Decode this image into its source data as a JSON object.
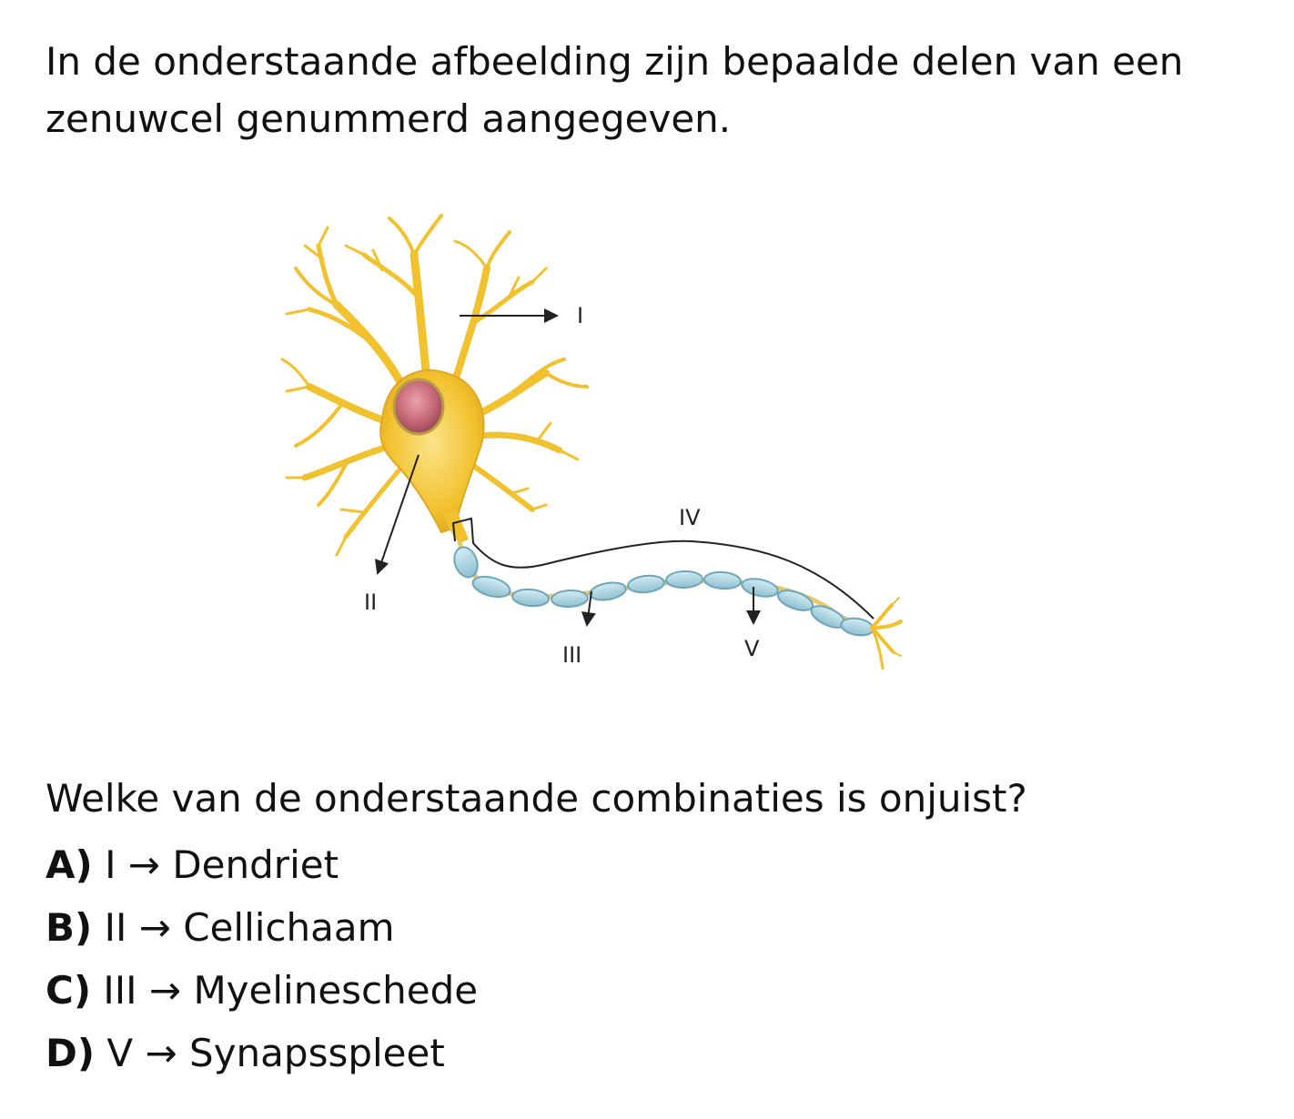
{
  "intro_text": "In de onderstaande afbeelding zijn bepaalde delen van een zenuwcel genummerd aangegeven.",
  "figure": {
    "labels": {
      "I": "I",
      "II": "II",
      "III": "III",
      "IV": "IV",
      "V": "V"
    },
    "colors": {
      "cell": "#f2c12e",
      "cell_dark": "#d9a21a",
      "nucleus": "#c86a78",
      "myelin": "#a9d2e0",
      "myelin_edge": "#6ea5bb",
      "arrow": "#222222"
    }
  },
  "question": "Welke van de onderstaande combinaties is onjuist?",
  "options": [
    {
      "letter": "A)",
      "text": "I → Dendriet"
    },
    {
      "letter": "B)",
      "text": "II → Cellichaam"
    },
    {
      "letter": "C)",
      "text": "III → Myelineschede"
    },
    {
      "letter": "D)",
      "text": "V → Synapsspleet"
    }
  ]
}
